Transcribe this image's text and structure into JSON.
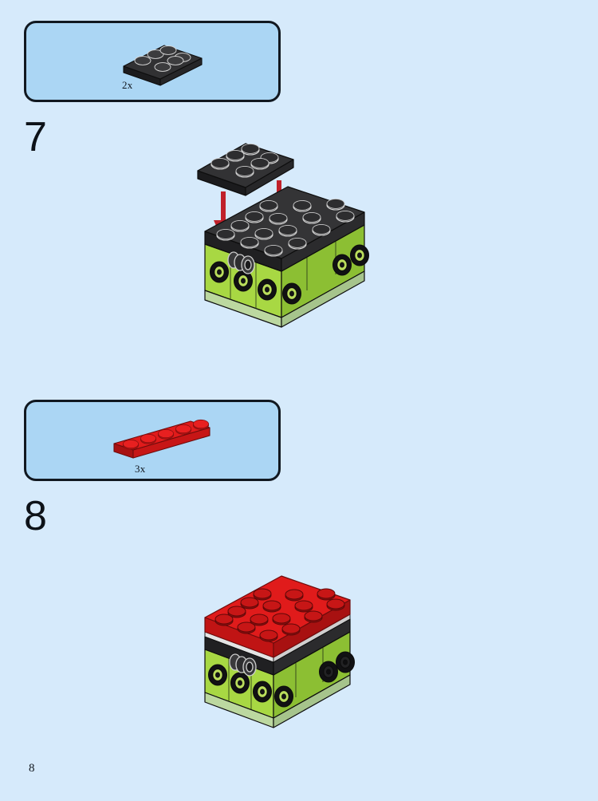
{
  "document": {
    "type": "lego-building-instructions",
    "page_number": "8",
    "background_color": "#d6eafb"
  },
  "palette": {
    "page_bg": "#d6eafb",
    "callout_fill": "#abd6f4",
    "callout_border": "#111820",
    "black_brick": "#2b2b2d",
    "black_brick_top": "#3a3a3c",
    "black_brick_side": "#1c1c1e",
    "red_brick": "#e01b1b",
    "red_brick_top": "#f02222",
    "red_brick_side": "#a81111",
    "lime_brick": "#a8d843",
    "lime_brick_side": "#8cbf33",
    "lime_brick_bottom": "#bcd8a0",
    "arrow_red": "#c0202a",
    "outline": "#101010",
    "stud_highlight": "#e8e8e8"
  },
  "steps": [
    {
      "id": "step-7",
      "number": "7",
      "parts_callout": {
        "quantity": "2x",
        "part_name": "plate-2x3",
        "part_color": "#2b2b2d",
        "part_color_name": "black",
        "studs_rows": 2,
        "studs_cols": 3
      },
      "assembly": {
        "description": "black 2x3 plate placed onto black-topped lime green assembly",
        "arrows": 2,
        "arrow_color": "#c0202a"
      }
    },
    {
      "id": "step-8",
      "number": "8",
      "parts_callout": {
        "quantity": "3x",
        "part_name": "plate-1x5",
        "part_color": "#e01b1b",
        "part_color_name": "red",
        "studs_rows": 1,
        "studs_cols": 5
      },
      "assembly": {
        "description": "completed model with red top layer, black middle layer, lime green base with wheels",
        "arrows": 0,
        "arrow_color": "#c0202a"
      }
    }
  ]
}
